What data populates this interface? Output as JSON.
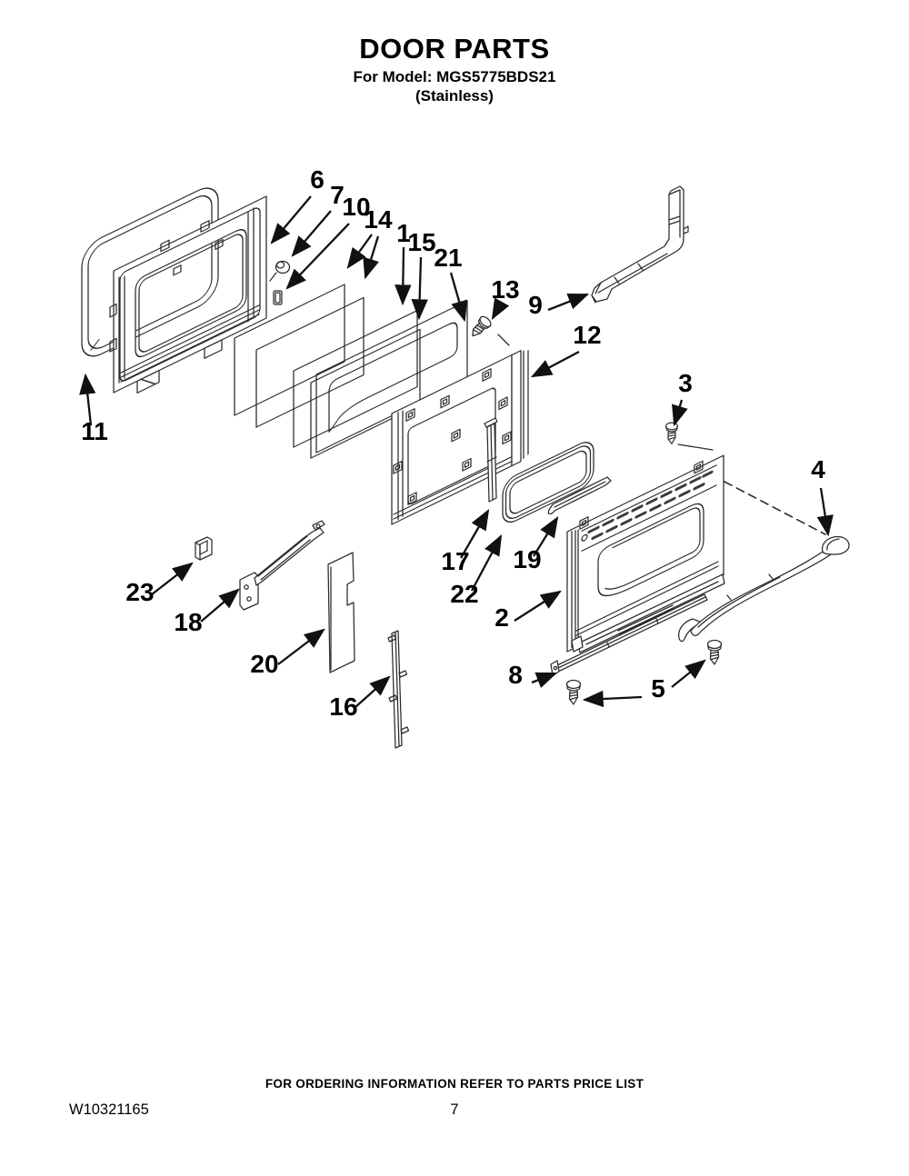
{
  "header": {
    "title": "DOOR PARTS",
    "model_line": "For Model: MGS5775BDS21",
    "finish_line": "(Stainless)"
  },
  "diagram": {
    "description": "Exploded view of oven door assembly",
    "callouts": {
      "p1": "1",
      "p2": "2",
      "p3": "3",
      "p4": "4",
      "p5": "5",
      "p6": "6",
      "p7": "7",
      "p8": "8",
      "p9": "9",
      "p10": "10",
      "p11": "11",
      "p12": "12",
      "p13": "13",
      "p14": "14",
      "p15": "15",
      "p16": "16",
      "p17": "17",
      "p18": "18",
      "p19": "19",
      "p20": "20",
      "p21": "21",
      "p22": "22",
      "p23": "23"
    }
  },
  "footer": {
    "ordering_note": "FOR ORDERING INFORMATION REFER TO PARTS PRICE LIST",
    "document_number": "W10321165",
    "page_number": "7"
  },
  "colors": {
    "ink": "#000000",
    "line_art": "#2b2b2b",
    "background": "#ffffff"
  }
}
